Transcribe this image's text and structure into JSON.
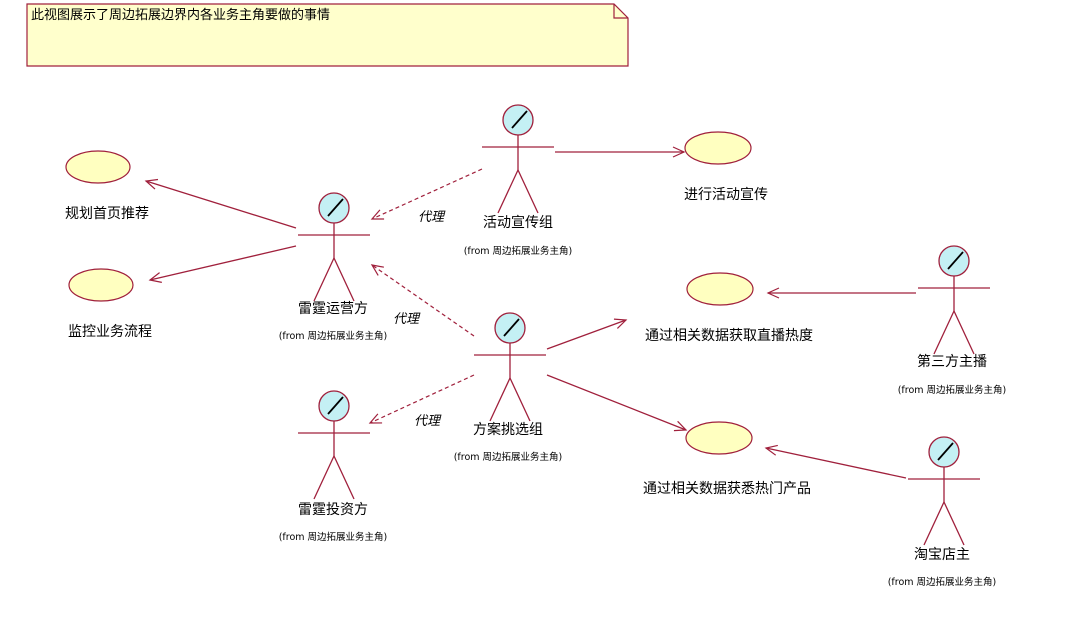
{
  "note": {
    "text": "此视图展示了周边拓展边界内各业务主角要做的事情"
  },
  "actors": [
    {
      "id": "promo-group",
      "name": "活动宣传组",
      "from": "(from 周边拓展业务主角)"
    },
    {
      "id": "leiting-operator",
      "name": "雷霆运营方",
      "from": "(from 周边拓展业务主角)"
    },
    {
      "id": "plan-selection-group",
      "name": "方案挑选组",
      "from": "(from 周边拓展业务主角)"
    },
    {
      "id": "leiting-investor",
      "name": "雷霆投资方",
      "from": "(from 周边拓展业务主角)"
    },
    {
      "id": "third-party-streamer",
      "name": "第三方主播",
      "from": "(from 周边拓展业务主角)"
    },
    {
      "id": "taobao-shop-owner",
      "name": "淘宝店主",
      "from": "(from 周边拓展业务主角)"
    }
  ],
  "use_cases": [
    {
      "id": "homepage-recommendation",
      "name": "规划首页推荐"
    },
    {
      "id": "monitor-business-flow",
      "name": "监控业务流程"
    },
    {
      "id": "campaign-promotion",
      "name": "进行活动宣传"
    },
    {
      "id": "stream-popularity",
      "name": "通过相关数据获取直播热度"
    },
    {
      "id": "hot-products",
      "name": "通过相关数据获悉热门产品"
    }
  ],
  "relations": [
    {
      "id": "rel-operator-homepage",
      "kind": "association"
    },
    {
      "id": "rel-operator-monitor",
      "kind": "association"
    },
    {
      "id": "rel-promo-campaign",
      "kind": "association"
    },
    {
      "id": "rel-selection-stream",
      "kind": "association"
    },
    {
      "id": "rel-selection-products",
      "kind": "association"
    },
    {
      "id": "rel-streamer-stream",
      "kind": "association"
    },
    {
      "id": "rel-shopowner-products",
      "kind": "association"
    },
    {
      "id": "rel-promo-operator",
      "kind": "dependency",
      "stereotype": "代理"
    },
    {
      "id": "rel-selection-operator",
      "kind": "dependency",
      "stereotype": "代理"
    },
    {
      "id": "rel-selection-investor",
      "kind": "dependency",
      "stereotype": "代理"
    }
  ],
  "colors": {
    "line": "#a0203c",
    "ellipse_fill": "#ffffc0",
    "note_fill": "#ffffcc",
    "head_fill": "#c4f0f4"
  }
}
